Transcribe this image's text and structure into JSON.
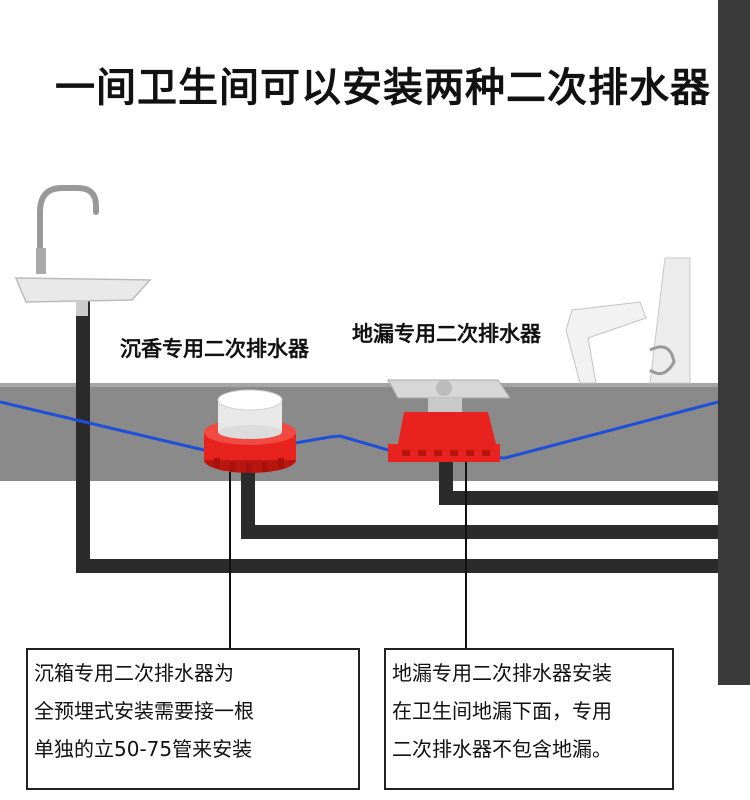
{
  "title": "一间卫生间可以安装两种二次排水器",
  "labels": {
    "sink_box": "沉香专用二次排水器",
    "floor_drain": "地漏专用二次排水器"
  },
  "captions": {
    "left": [
      "沉箱专用二次排水器为",
      "全预埋式安装需要接一根",
      "单独的立50-75管来安装"
    ],
    "right": [
      "地漏专用二次排水器安装",
      "在卫生间地漏下面，专用",
      "二次排水器不包含地漏。"
    ]
  },
  "colors": {
    "slab": "#8a8a8a",
    "pipe": "#2b2b2b",
    "water_line": "#1e4fd8",
    "drain_red": "#e8231f"
  }
}
